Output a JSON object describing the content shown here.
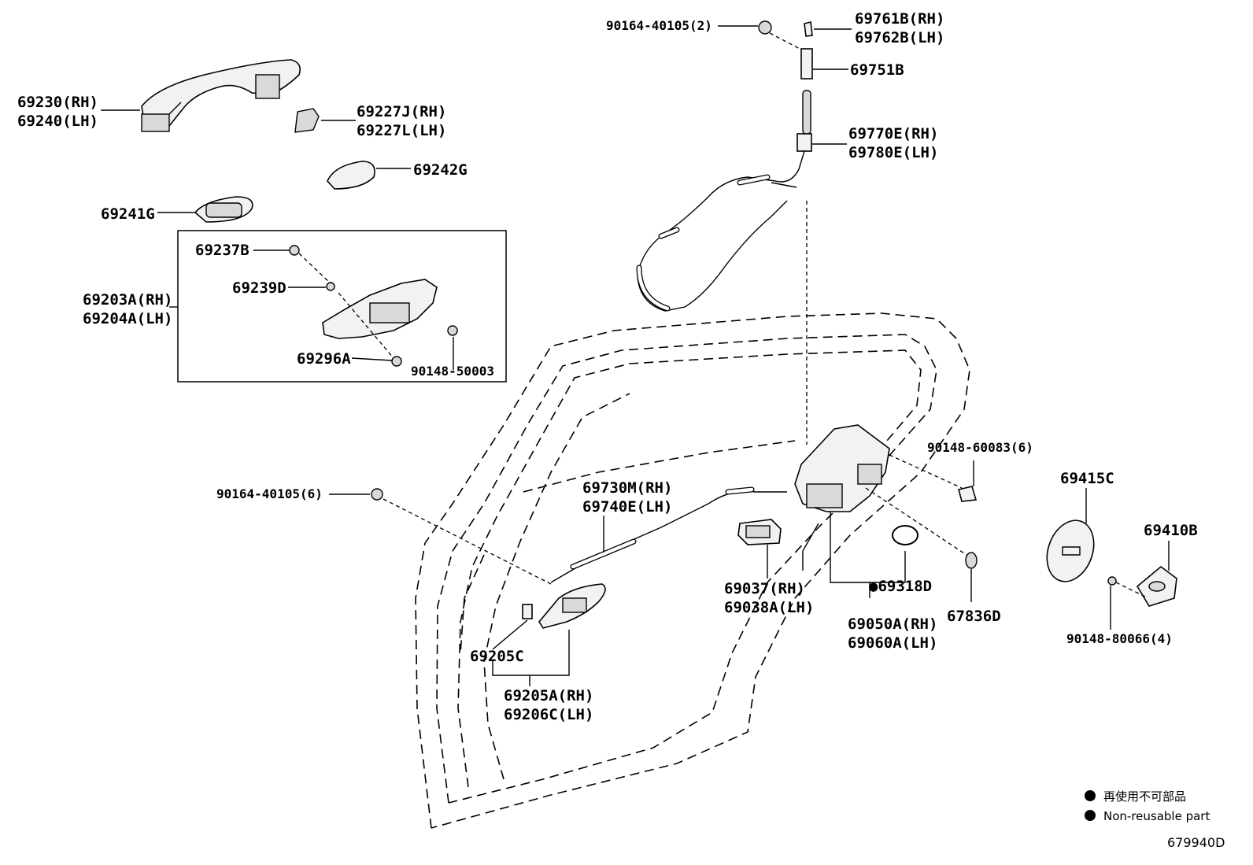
{
  "labels": {
    "p69230": "69230(RH)",
    "p69240": "69240(LH)",
    "p69227j": "69227J(RH)",
    "p69227l": "69227L(LH)",
    "p69242g": "69242G",
    "p69241g": "69241G",
    "p69237b": "69237B",
    "p69239d": "69239D",
    "p69203a": "69203A(RH)",
    "p69204a": "69204A(LH)",
    "p69296a": "69296A",
    "p90148_50003": "90148-50003",
    "p90164_40105_2": "90164-40105(2)",
    "p69761b": "69761B(RH)",
    "p69762b": "69762B(LH)",
    "p69751b": "69751B",
    "p69770e": "69770E(RH)",
    "p69780e": "69780E(LH)",
    "p90148_60083": "90148-60083(6)",
    "p69415c": "69415C",
    "p69410b": "69410B",
    "p90164_40105_6": "90164-40105(6)",
    "p69730m": "69730M(RH)",
    "p69740e": "69740E(LH)",
    "p69037": "69037(RH)",
    "p69038a": "69038A(LH)",
    "p69318d": "●69318D",
    "p67836d": "67836D",
    "p69050a": "69050A(RH)",
    "p69060a": "69060A(LH)",
    "p90148_80066": "90148-80066(4)",
    "p69205c": "69205C",
    "p69205a": "69205A(RH)",
    "p69206c": "69206C(LH)"
  },
  "legend": {
    "item_jp": "再使用不可部品",
    "item_en": "Non-reusable part"
  },
  "diagram_code": "679940D"
}
